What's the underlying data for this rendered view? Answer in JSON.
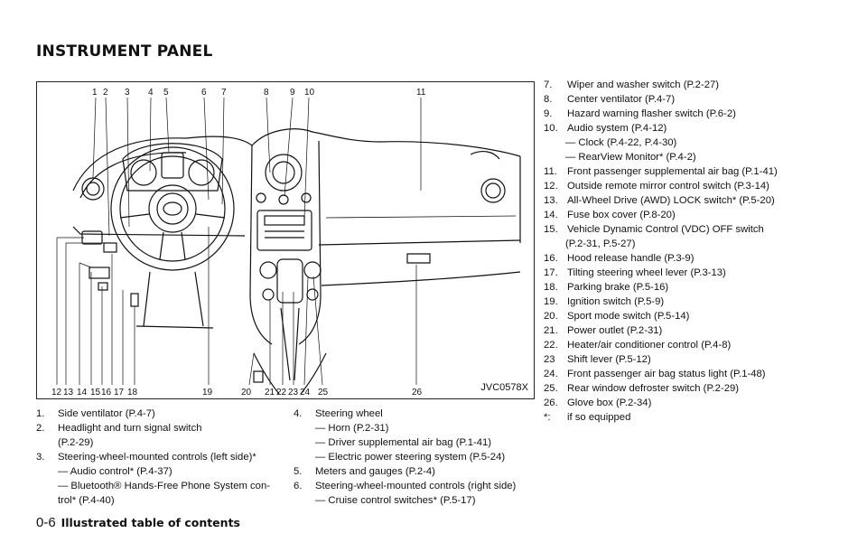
{
  "page": {
    "title": "INSTRUMENT PANEL",
    "page_number": "0-6",
    "section_title": "Illustrated table of contents"
  },
  "figure": {
    "id": "JVC0578X",
    "top_callouts": [
      "1",
      "2",
      "3",
      "4",
      "5",
      "6",
      "7",
      "8",
      "9",
      "10",
      "11"
    ],
    "bottom_callouts": [
      "12",
      "13",
      "14",
      "15",
      "16",
      "17",
      "18",
      "19",
      "20",
      "21",
      "22",
      "23",
      "24",
      "25",
      "26"
    ]
  },
  "list_a": [
    {
      "num": "1.",
      "text": "Side ventilator (P.4-7)"
    },
    {
      "num": "2.",
      "text": "Headlight and turn signal switch",
      "cont": "(P.2-29)"
    },
    {
      "num": "3.",
      "text": "Steering-wheel-mounted controls (left side)*",
      "subs": [
        "— Audio control* (P.4-37)",
        "— Bluetooth® Hands-Free Phone System con-",
        "trol* (P.4-40)"
      ]
    }
  ],
  "list_b": [
    {
      "num": "4.",
      "text": "Steering wheel",
      "subs": [
        "— Horn (P.2-31)",
        "— Driver supplemental air bag (P.1-41)",
        "— Electric power steering system (P.5-24)"
      ]
    },
    {
      "num": "5.",
      "text": "Meters and gauges (P.2-4)"
    },
    {
      "num": "6.",
      "text": "Steering-wheel-mounted controls (right side)",
      "subs": [
        "— Cruise control switches* (P.5-17)"
      ]
    }
  ],
  "list_c": [
    {
      "num": "7.",
      "text": "Wiper and washer switch (P.2-27)"
    },
    {
      "num": "8.",
      "text": "Center ventilator (P.4-7)"
    },
    {
      "num": "9.",
      "text": "Hazard warning flasher switch (P.6-2)"
    },
    {
      "num": "10.",
      "text": "Audio system (P.4-12)",
      "subs": [
        "— Clock (P.4-22, P.4-30)",
        "— RearView Monitor* (P.4-2)"
      ]
    },
    {
      "num": "11.",
      "text": "Front passenger supplemental air bag (P.1-41)"
    },
    {
      "num": "12.",
      "text": "Outside remote mirror control switch (P.3-14)"
    },
    {
      "num": "13.",
      "text": "All-Wheel Drive (AWD) LOCK switch* (P.5-20)"
    },
    {
      "num": "14.",
      "text": "Fuse box cover (P.8-20)"
    },
    {
      "num": "15.",
      "text": "Vehicle Dynamic Control (VDC) OFF switch",
      "cont": "(P.2-31, P.5-27)"
    },
    {
      "num": "16.",
      "text": "Hood release handle (P.3-9)"
    },
    {
      "num": "17.",
      "text": "Tilting steering wheel lever (P.3-13)"
    },
    {
      "num": "18.",
      "text": "Parking brake (P.5-16)"
    },
    {
      "num": "19.",
      "text": "Ignition switch (P.5-9)"
    },
    {
      "num": "20.",
      "text": "Sport mode switch (P.5-14)"
    },
    {
      "num": "21.",
      "text": "Power outlet (P.2-31)"
    },
    {
      "num": "22.",
      "text": "Heater/air conditioner control (P.4-8)"
    },
    {
      "num": "23",
      "text": "Shift lever (P.5-12)"
    },
    {
      "num": "24.",
      "text": "Front passenger air bag status light (P.1-48)"
    },
    {
      "num": "25.",
      "text": "Rear window defroster switch (P.2-29)"
    },
    {
      "num": "26.",
      "text": "Glove box (P.2-34)"
    },
    {
      "num": "*:",
      "text": "if so equipped"
    }
  ]
}
